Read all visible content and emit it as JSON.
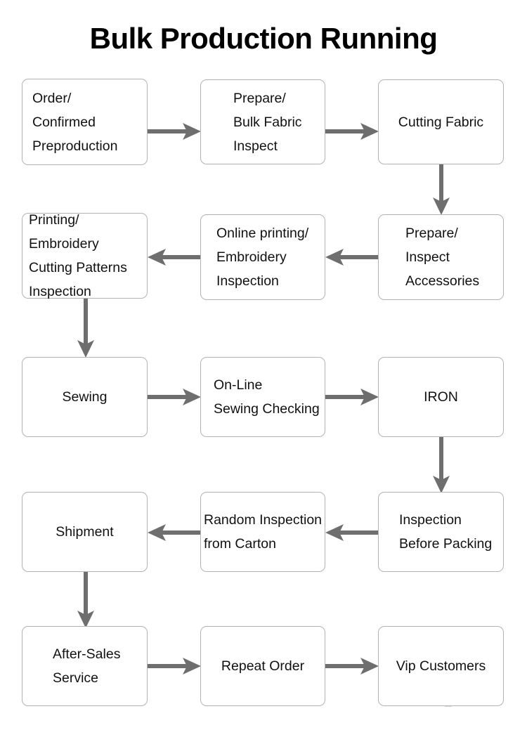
{
  "title": "Bulk Production Running",
  "theme": {
    "background": "#ffffff",
    "box_border": "#b3b3b3",
    "box_fill": "#ffffff",
    "text": "#111111",
    "arrow": "#6e6e6e",
    "title_color": "#000000"
  },
  "nodes": [
    {
      "id": "order-confirmed-preproduction",
      "label": "Order/\nConfirmed\nPreproduction",
      "align": "left"
    },
    {
      "id": "prepare-bulk-fabric-inspect",
      "label": "Prepare/\nBulk Fabric\nInspect",
      "align": "left"
    },
    {
      "id": "cutting-fabric",
      "label": "Cutting Fabric",
      "align": "center"
    },
    {
      "id": "prepare-inspect-accessories",
      "label": "Prepare/\nInspect\nAccessories",
      "align": "left"
    },
    {
      "id": "online-printing-embroidery-inspection",
      "label": "Online printing/\nEmbroidery\nInspection",
      "align": "left"
    },
    {
      "id": "printing-embroidery-cutting-patterns-inspection",
      "label": "Printing/\nEmbroidery\nCutting Patterns\nInspection",
      "align": "left"
    },
    {
      "id": "sewing",
      "label": "Sewing",
      "align": "center"
    },
    {
      "id": "on-line-sewing-checking",
      "label": "On-Line\nSewing Checking",
      "align": "left"
    },
    {
      "id": "iron",
      "label": "IRON",
      "align": "center"
    },
    {
      "id": "inspection-before-packing",
      "label": "Inspection\nBefore Packing",
      "align": "left"
    },
    {
      "id": "random-inspection-from-carton",
      "label": "Random Inspection\nfrom Carton",
      "align": "left"
    },
    {
      "id": "shipment",
      "label": "Shipment",
      "align": "center"
    },
    {
      "id": "after-sales-service",
      "label": "After-Sales\nService",
      "align": "left"
    },
    {
      "id": "repeat-order",
      "label": "Repeat Order",
      "align": "center"
    },
    {
      "id": "vip-customers",
      "label": "Vip Customers",
      "align": "center"
    }
  ],
  "flow": [
    {
      "from": "order-confirmed-preproduction",
      "to": "prepare-bulk-fabric-inspect",
      "direction": "right"
    },
    {
      "from": "prepare-bulk-fabric-inspect",
      "to": "cutting-fabric",
      "direction": "right"
    },
    {
      "from": "cutting-fabric",
      "to": "prepare-inspect-accessories",
      "direction": "down"
    },
    {
      "from": "prepare-inspect-accessories",
      "to": "online-printing-embroidery-inspection",
      "direction": "left"
    },
    {
      "from": "online-printing-embroidery-inspection",
      "to": "printing-embroidery-cutting-patterns-inspection",
      "direction": "left"
    },
    {
      "from": "printing-embroidery-cutting-patterns-inspection",
      "to": "sewing",
      "direction": "down"
    },
    {
      "from": "sewing",
      "to": "on-line-sewing-checking",
      "direction": "right"
    },
    {
      "from": "on-line-sewing-checking",
      "to": "iron",
      "direction": "right"
    },
    {
      "from": "iron",
      "to": "inspection-before-packing",
      "direction": "down"
    },
    {
      "from": "inspection-before-packing",
      "to": "random-inspection-from-carton",
      "direction": "left"
    },
    {
      "from": "random-inspection-from-carton",
      "to": "shipment",
      "direction": "left"
    },
    {
      "from": "shipment",
      "to": "after-sales-service",
      "direction": "down"
    },
    {
      "from": "after-sales-service",
      "to": "repeat-order",
      "direction": "right"
    },
    {
      "from": "repeat-order",
      "to": "vip-customers",
      "direction": "right"
    }
  ]
}
